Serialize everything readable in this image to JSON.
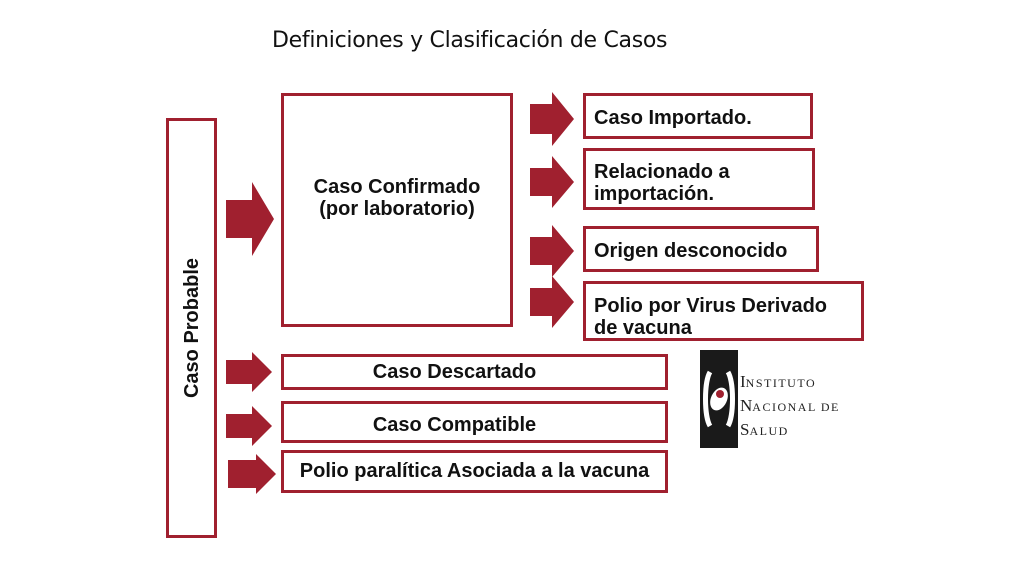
{
  "title": "Definiciones y Clasificación de Casos",
  "boxes": {
    "probable": "Caso Probable",
    "confirmado_line1": "Caso Confirmado",
    "confirmado_line2": "(por laboratorio)",
    "importado": "Caso Importado.",
    "relacionado": "Relacionado a importación.",
    "origen": "Origen desconocido",
    "polio_virus": "Polio por Virus Derivado de vacuna",
    "descartado": "Caso Descartado",
    "compatible": "Caso Compatible",
    "paralitica": "Polio paralítica Asociada a la vacuna"
  },
  "logo": {
    "line1_initial": "I",
    "line1_rest": "NSTITUTO",
    "line2_initial": "N",
    "line2_rest": "ACIONAL DE",
    "line3_initial": "S",
    "line3_rest": "ALUD"
  },
  "colors": {
    "accent": "#a0202f",
    "text": "#111111",
    "logo": "#1a1a1a"
  }
}
